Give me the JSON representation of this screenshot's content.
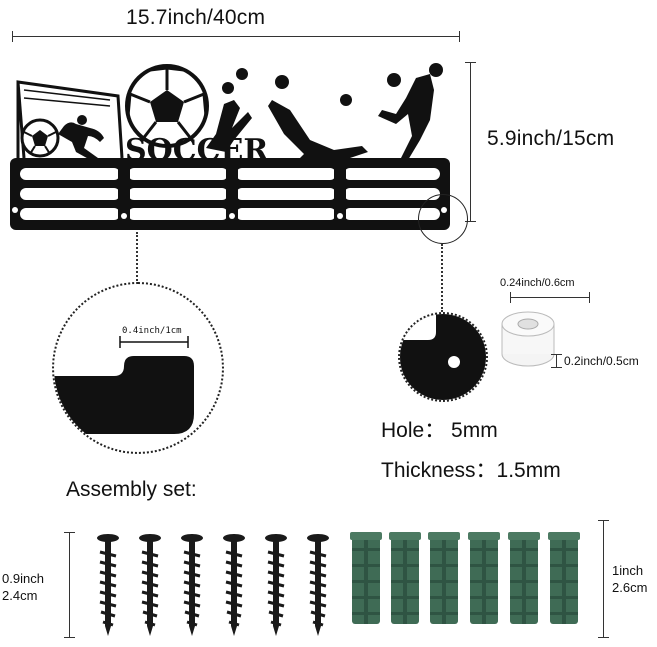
{
  "dimensions": {
    "width_label": "15.7inch/40cm",
    "height_label": "5.9inch/15cm",
    "hanger_gap_label": "0.4inch/1cm",
    "spacer_width_label": "0.24inch/0.6cm",
    "spacer_height_label": "0.2inch/0.5cm",
    "screw_length_label": [
      "0.9inch",
      "2.4cm"
    ],
    "anchor_length_label": [
      "1inch",
      "2.6cm"
    ]
  },
  "specs": {
    "hole": "Hole： 5mm",
    "thickness": "Thickness：1.5mm"
  },
  "assembly": {
    "title": "Assembly set:",
    "screw_count": 6,
    "anchor_count": 6,
    "anchor_color": "#3f6b55",
    "screw_color": "#1a1a1a"
  },
  "rack": {
    "banner_text": "SOCCER",
    "color": "#111111"
  }
}
